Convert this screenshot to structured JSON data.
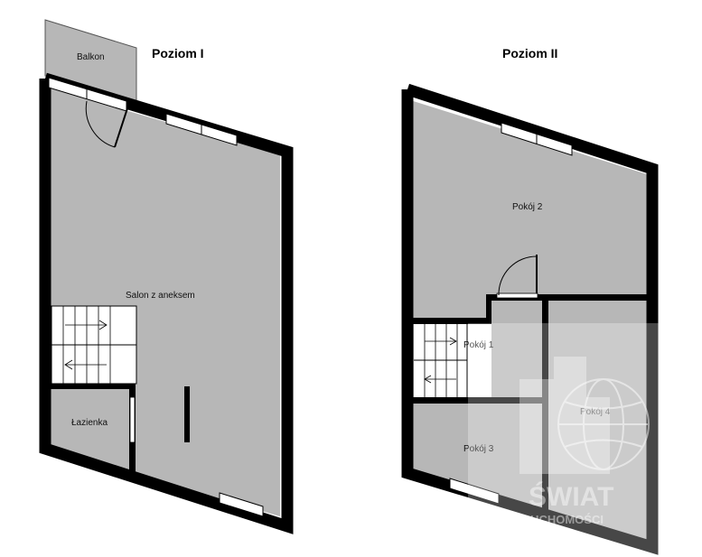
{
  "levels": {
    "level1": {
      "title": "Poziom I",
      "rooms": {
        "balcony": "Balkon",
        "living": "Salon z aneksem",
        "bathroom": "Łazienka"
      }
    },
    "level2": {
      "title": "Poziom II",
      "rooms": {
        "room1": "Pokój 1",
        "room2": "Pokój 2",
        "room3": "Pokój 3",
        "room4": "Pokój 4"
      }
    }
  },
  "watermark": {
    "brand_line1": "ŚWIAT",
    "brand_line2": "NIERUCHOMOŚCI"
  },
  "colors": {
    "floor": "#b7b7b7",
    "wall": "#000000",
    "background": "#ffffff"
  }
}
